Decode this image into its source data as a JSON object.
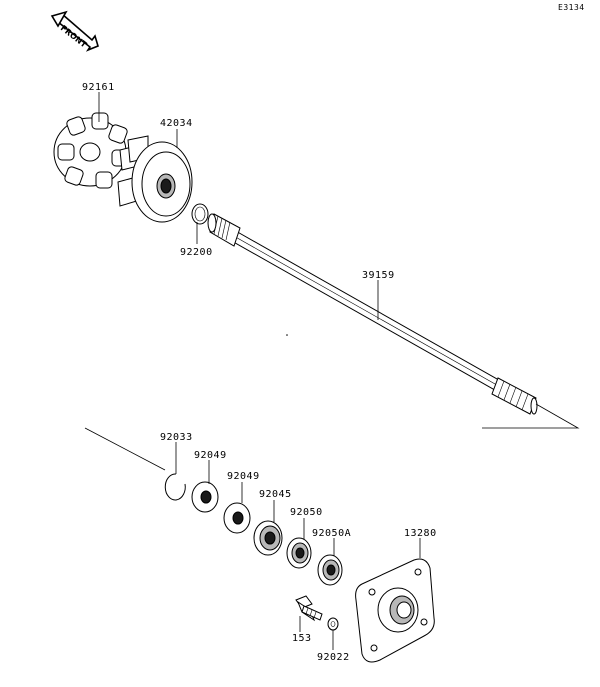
{
  "figure_code": "E3134",
  "front_label": "FRONT",
  "parts": {
    "p92161": "92161",
    "p42034": "42034",
    "p92200": "92200",
    "p39159": "39159",
    "p92033": "92033",
    "p92049a": "92049",
    "p92049b": "92049",
    "p92045": "92045",
    "p92050": "92050",
    "p92050A": "92050A",
    "p13280": "13280",
    "p153": "153",
    "p92022": "92022"
  }
}
